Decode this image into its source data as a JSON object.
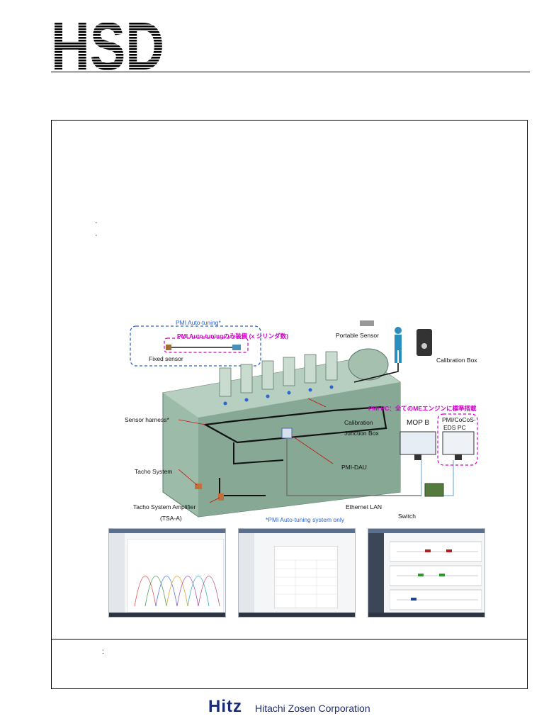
{
  "header": {
    "logo_text": "HSD"
  },
  "frame": {
    "bullets": [
      "·",
      "·"
    ],
    "footnote_colon": ":"
  },
  "diagram": {
    "labels": {
      "pmi_autotuning": "PMI Auto-tuning*",
      "pmi_autotuning_only_jp": "PMI Auto-tuningのみ装備 (x シリンダ数)",
      "fixed_sensor": "Fixed sensor",
      "portable_sensor": "Portable Sensor",
      "calibration_box": "Calibration Box",
      "sensor_harness": "Sensor harness*",
      "calibration_junction_1": "Calibration",
      "calibration_junction_2": "Junction Box",
      "pmi_pc_jp": "PMI PC：全てのMEエンジンに標準搭載",
      "mop_b": "MOP B",
      "pmi_cocos_1": "PMI/CoCoS-",
      "pmi_cocos_2": "EDS PC",
      "pmi_dau": "PMI-DAU",
      "tacho_system": "Tacho System",
      "tacho_amp": "Tacho System Amplifier",
      "tsa": "(TSA-A)",
      "ethernet": "Ethernet LAN",
      "switch": "Switch",
      "autotuning_note": "*PMI Auto-tuning system only"
    }
  },
  "footer": {
    "brand": "Hitz",
    "company": "Hitachi Zosen Corporation"
  },
  "colors": {
    "magenta": "#d000c8",
    "blue": "#2b63d0",
    "engine_green": "#8fb3a0"
  }
}
